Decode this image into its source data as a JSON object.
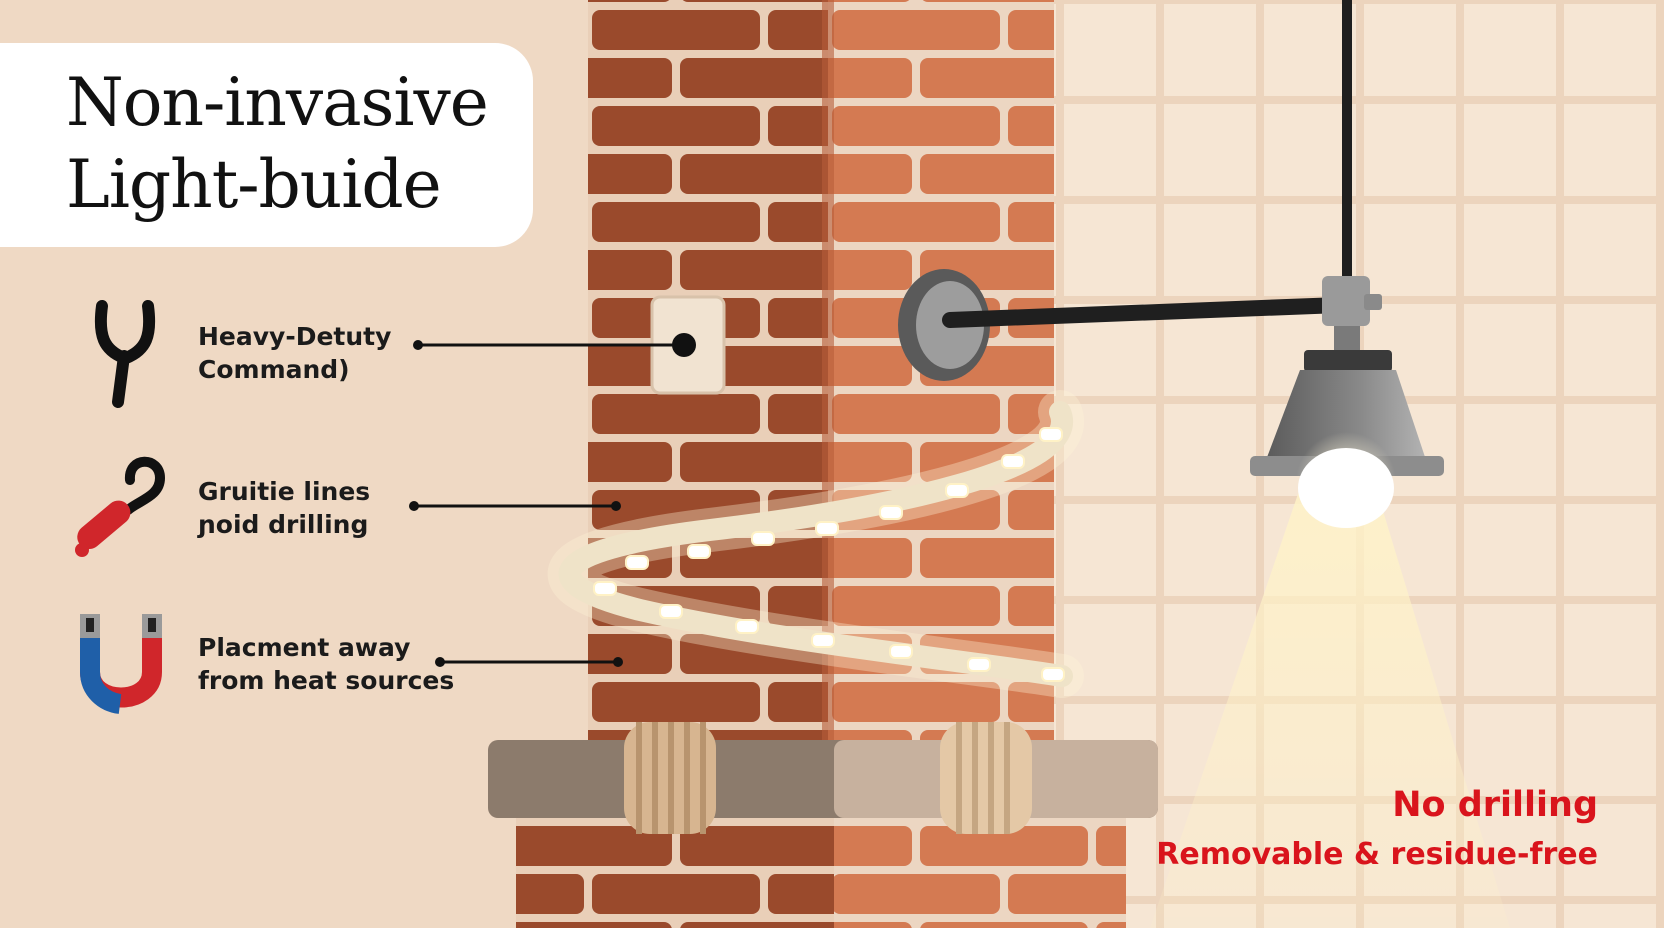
{
  "title": {
    "line1": "Non-invasive",
    "line2": "Light-buide"
  },
  "features": [
    {
      "icon": "tuning-fork-hook-icon",
      "line1": "Heavy-Detuty",
      "line2": "Command)"
    },
    {
      "icon": "screw-hook-icon",
      "line1": "Gruitie lines",
      "line2": "ɲoid drilling"
    },
    {
      "icon": "magnet-icon",
      "line1": "Placment away",
      "line2": "from heat sources"
    }
  ],
  "benefits": {
    "line1": "No drilling",
    "line2": "Removable & residue-free"
  },
  "colors": {
    "background": "#efd9c4",
    "brick_dark": "#9a4a2c",
    "brick_light": "#d47a52",
    "led_glow": "#fff3d0",
    "accent_red": "#d9141c",
    "magnet_blue": "#1f5fa8"
  }
}
